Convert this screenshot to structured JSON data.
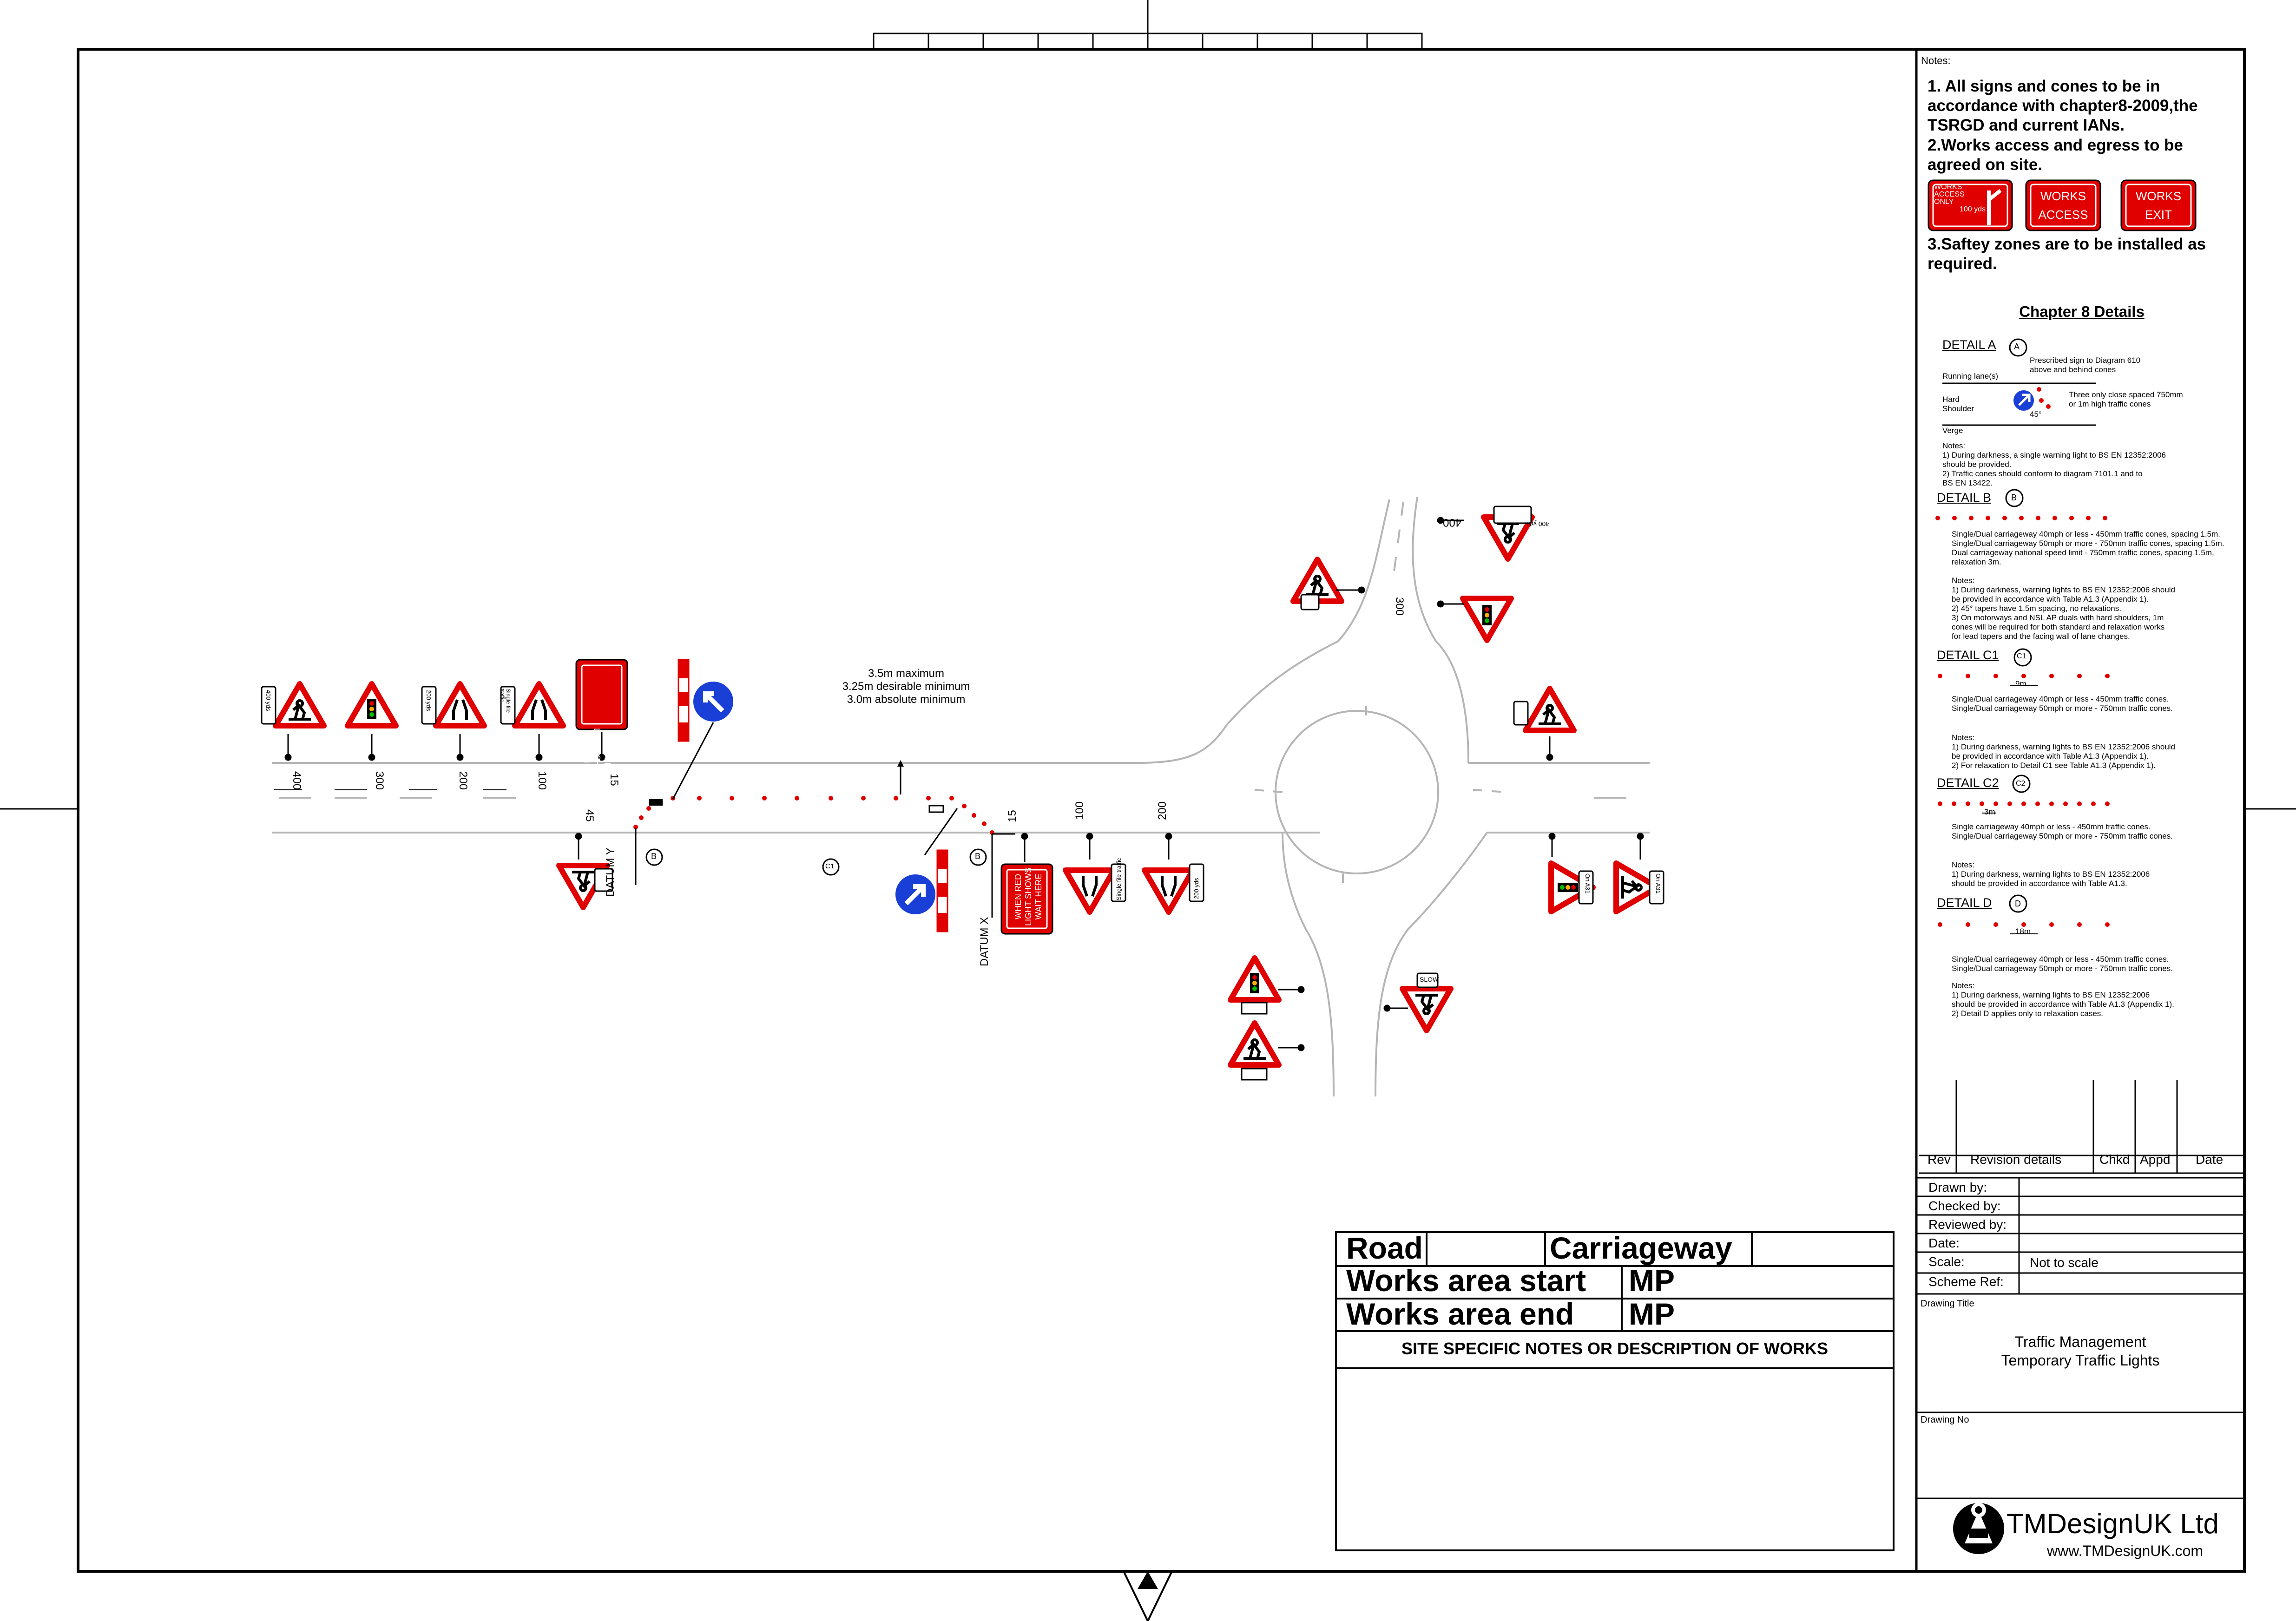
{
  "notes": {
    "heading": "Notes:",
    "note1": "1. All signs and cones to be in accordance with chapter8-2009,the TSRGD and current IANs.",
    "note2": "2.Works access and egress to be agreed on site.",
    "note3": "3.Saftey zones are to be installed as required.",
    "signs": [
      {
        "line1": "WORKS",
        "line2": "ACCESS",
        "line3": "ONLY",
        "sub": "100 yds"
      },
      {
        "line1": "WORKS",
        "line2": "ACCESS"
      },
      {
        "line1": "WORKS",
        "line2": "EXIT"
      }
    ]
  },
  "chapter8": {
    "title": "Chapter 8 Details",
    "detailA": {
      "label": "DETAIL A",
      "marker": "A",
      "running": "Running lane(s)",
      "hard1": "Hard",
      "hard2": "Shoulder",
      "verge": "Verge",
      "sign_note1": "Prescribed sign to Diagram 610",
      "sign_note2": "above and behind cones",
      "cones1": "Three only close spaced 750mm",
      "cones2": "or 1m high traffic cones",
      "angle": "45°",
      "notes": [
        "Notes:",
        "1) During darkness, a single warning light to BS EN 12352:2006",
        "should be provided.",
        "2) Traffic cones should conform to diagram 7101.1 and to",
        "BS EN 13422."
      ]
    },
    "detailB": {
      "label": "DETAIL B",
      "marker": "B",
      "lines": [
        "Single/Dual carriageway 40mph or less - 450mm traffic cones, spacing 1.5m.",
        "Single/Dual carriageway 50mph or more - 750mm traffic cones, spacing 1.5m.",
        "Dual carriageway national speed limit - 750mm traffic cones, spacing 1.5m,",
        "relaxation 3m."
      ],
      "notes": [
        "Notes:",
        "1) During darkness, warning lights to BS EN 12352:2006 should",
        "be provided in accordance with Table A1.3 (Appendix 1).",
        "2) 45° tapers have 1.5m spacing, no relaxations.",
        "3) On motorways and NSL AP duals with hard shoulders, 1m",
        "cones will be required for both standard and relaxation works",
        "for lead tapers and the facing wall of lane changes."
      ]
    },
    "detailC1": {
      "label": "DETAIL C1",
      "marker": "C1",
      "dim": "9m",
      "lines": [
        "Single/Dual carriageway 40mph or less - 450mm traffic cones.",
        "Single/Dual carriageway 50mph or more - 750mm traffic cones."
      ],
      "notes": [
        "Notes:",
        "1) During darkness, warning lights to BS EN 12352:2006 should",
        "be provided in accordance with Table A1.3 (Appendix 1).",
        "2) For relaxation to Detail C1 see Table A1.3 (Appendix 1)."
      ]
    },
    "detailC2": {
      "label": "DETAIL C2",
      "marker": "C2",
      "dim": "3m",
      "lines": [
        "Single carriageway 40mph or less - 450mm traffic cones.",
        "Single/Dual carriageway 50mph or more - 750mm traffic cones."
      ],
      "notes": [
        "Notes:",
        "1) During darkness, warning lights to BS EN 12352:2006",
        "should be provided in accordance with Table A1.3."
      ]
    },
    "detailD": {
      "label": "DETAIL D",
      "marker": "D",
      "dim": "18m",
      "lines": [
        "Single/Dual carriageway 40mph or less - 450mm traffic cones.",
        "Single/Dual carriageway 50mph or more - 750mm traffic cones."
      ],
      "notes": [
        "Notes:",
        "1) During darkness, warning lights to BS EN 12352:2006",
        "should be provided in accordance with Table A1.3 (Appendix 1).",
        "2) Detail D applies only to relaxation cases."
      ]
    }
  },
  "revisions": {
    "rev": "Rev",
    "details": "Revision details",
    "chkd": "Chkd",
    "appd": "Appd",
    "date": "Date"
  },
  "info": {
    "drawn": "Drawn by:",
    "checked": "Checked by:",
    "reviewed": "Reviewed by:",
    "date": "Date:",
    "scale": "Scale:",
    "scale_value": "Not to scale",
    "scheme": "Scheme Ref:"
  },
  "drawing": {
    "title_label": "Drawing Title",
    "title1": "Traffic Management",
    "title2": "Temporary Traffic Lights",
    "no_label": "Drawing No"
  },
  "brand": {
    "name": "TMDesignUK Ltd",
    "url": "www.TMDesignUK.com"
  },
  "titleblock": {
    "road": "Road",
    "carriageway": "Carriageway",
    "start": "Works area start",
    "end": "Works area end",
    "mp": "MP",
    "site_notes": "SITE SPECIFIC NOTES OR DESCRIPTION OF WORKS"
  },
  "drawing_labels": {
    "lane_width1": "3.5m maximum",
    "lane_width2": "3.25m desirable minimum",
    "lane_width3": "3.0m absolute minimum",
    "datum_y": "DATUM Y",
    "datum_x": "DATUM X",
    "red_sign1": "WHEN RED",
    "red_sign2": "LIGHT SHOWS",
    "red_sign3": "WAIT HERE",
    "west_dims": [
      "400",
      "300",
      "200",
      "100",
      "15"
    ],
    "east_dims": [
      "15",
      "100",
      "200"
    ],
    "taper_dim": "45",
    "north_dims": [
      "400",
      "300"
    ],
    "plate_400": "400 yds",
    "plate_200": "200 yds",
    "plate_single": "Single file traffic",
    "plate_ona31": "On A31",
    "plate_slow": "SLOW",
    "marker_b": "B",
    "marker_c1": "C1"
  },
  "colors": {
    "red": "#e00000",
    "blue": "#1a3fd6",
    "road": "#b5b5b5"
  }
}
